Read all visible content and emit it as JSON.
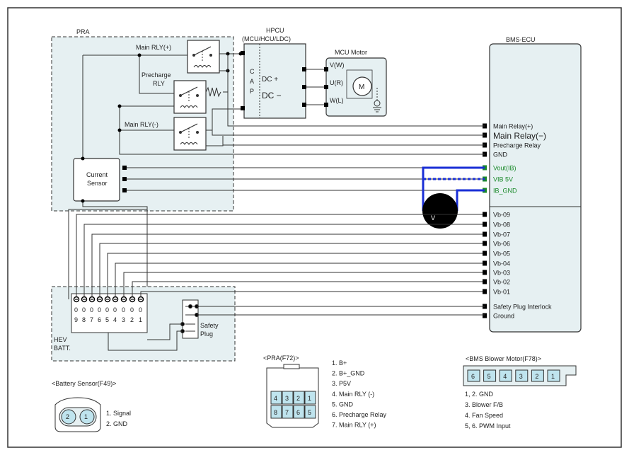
{
  "colors": {
    "frame": "#333333",
    "wire": "#333333",
    "zone_fill": "#e6f0f2",
    "ecu_fill": "#e6f0f2",
    "highlight_wire": "#1a2fd6",
    "signal_text": "#1a8a2a",
    "connector_pin": "#bfe4ee",
    "dark": "#000000"
  },
  "pra": {
    "title": "PRA",
    "main_rly_pos": "Main RLY(+)",
    "precharge_l1": "Precharge",
    "precharge_l2": "RLY",
    "main_rly_neg": "Main RLY(-)",
    "current_sensor_l1": "Current",
    "current_sensor_l2": "Sensor"
  },
  "hpcu": {
    "title_l1": "HPCU",
    "title_l2": "(MCU/HCU/LDC)",
    "cap_letters": [
      "C",
      "A",
      "P"
    ],
    "dc_pos": "DC  +",
    "dc_neg": "DC −"
  },
  "motor": {
    "title": "MCU Motor",
    "m": "M",
    "phases": [
      "V(W)",
      "U(R)",
      "W(L)"
    ]
  },
  "bms": {
    "title": "BMS-ECU",
    "pins": [
      {
        "label": "Main Relay(+)",
        "signal": false,
        "large": false
      },
      {
        "label": "Main Relay(−)",
        "signal": false,
        "large": true
      },
      {
        "label": "Precharge Relay",
        "signal": false,
        "large": false
      },
      {
        "label": "GND",
        "signal": false,
        "large": false
      },
      {
        "label": "Vout(IB)",
        "signal": true,
        "large": false
      },
      {
        "label": "VIB 5V",
        "signal": true,
        "large": false
      },
      {
        "label": "IB_GND",
        "signal": true,
        "large": false
      },
      {
        "label": "Vb-09",
        "signal": false,
        "large": false
      },
      {
        "label": "Vb-08",
        "signal": false,
        "large": false
      },
      {
        "label": "Vb-07",
        "signal": false,
        "large": false
      },
      {
        "label": "Vb-06",
        "signal": false,
        "large": false
      },
      {
        "label": "Vb-05",
        "signal": false,
        "large": false
      },
      {
        "label": "Vb-04",
        "signal": false,
        "large": false
      },
      {
        "label": "Vb-03",
        "signal": false,
        "large": false
      },
      {
        "label": "Vb-02",
        "signal": false,
        "large": false
      },
      {
        "label": "Vb-01",
        "signal": false,
        "large": false
      },
      {
        "label": "Safety Plug Interlock",
        "signal": false,
        "large": false
      },
      {
        "label": "Ground",
        "signal": false,
        "large": false
      }
    ]
  },
  "voltmeter": {
    "label": "V"
  },
  "battery": {
    "label_l1": "HEV",
    "label_l2": "BATT.",
    "cells": [
      "9",
      "8",
      "7",
      "6",
      "5",
      "4",
      "3",
      "2",
      "1"
    ],
    "zero": "0",
    "safety_plug_l1": "Safety",
    "safety_plug_l2": "Plug"
  },
  "battery_sensor": {
    "title": "<Battery Sensor(F49)>",
    "pins": [
      "2",
      "1"
    ],
    "legend": [
      "1. Signal",
      "2. GND"
    ]
  },
  "pra_connector": {
    "title": "<PRA(F72)>",
    "pins_top": [
      "4",
      "3",
      "2",
      "1"
    ],
    "pins_bottom": [
      "8",
      "7",
      "6",
      "5"
    ],
    "legend": [
      "1. B+",
      "2. B+_GND",
      "3. P5V",
      "4. Main RLY (-)",
      "5. GND",
      "6. Precharge Relay",
      "7. Main RLY (+)"
    ]
  },
  "blower": {
    "title": "<BMS Blower Motor(F78)>",
    "pins": [
      "6",
      "5",
      "4",
      "3",
      "2",
      "1"
    ],
    "legend": [
      "1, 2. GND",
      "3. Blower F/B",
      "4. Fan Speed",
      "5, 6. PWM Input"
    ]
  }
}
